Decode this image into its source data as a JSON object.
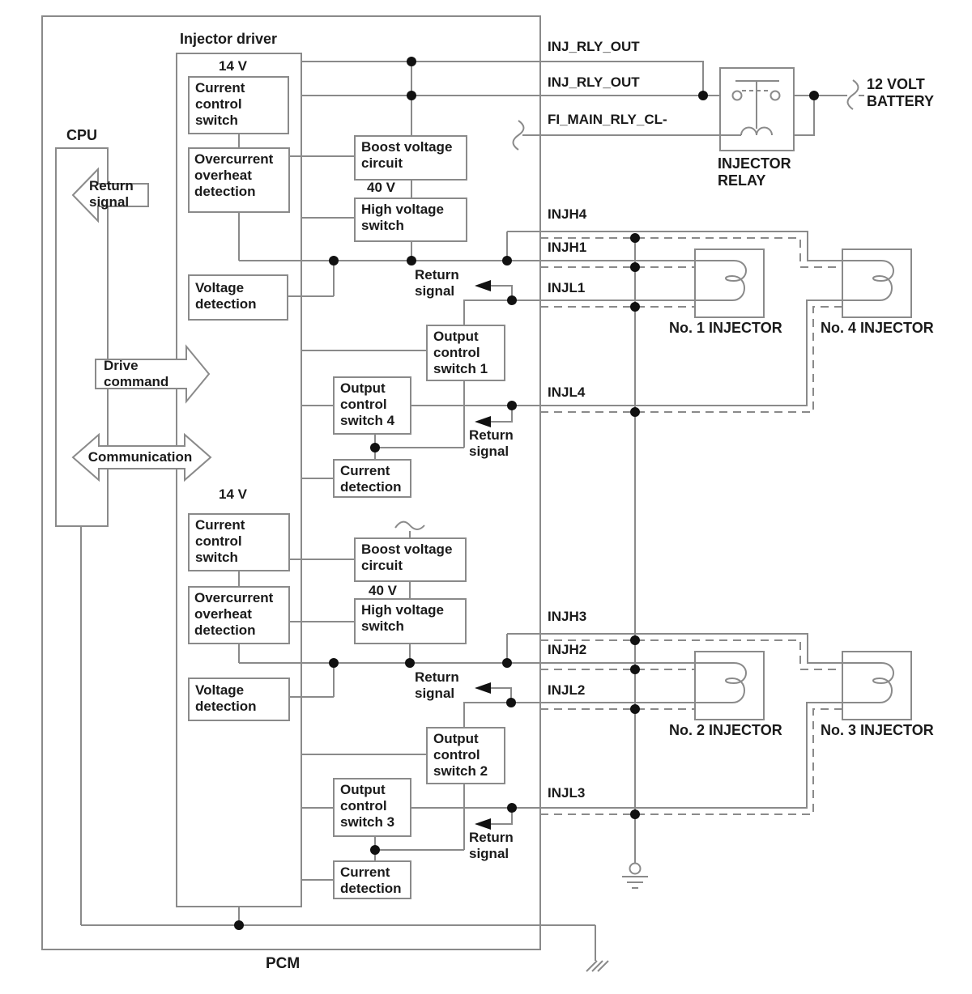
{
  "pcm": {
    "label": "PCM",
    "cpu_label": "CPU",
    "injector_driver_label": "Injector driver"
  },
  "arrows": {
    "return_signal": "Return\nsignal",
    "drive_command": "Drive\ncommand",
    "communication": "Communication"
  },
  "channel_a": {
    "supply_voltage": "14 V",
    "boost_voltage": "40 V",
    "current_control_switch": "Current\ncontrol\nswitch",
    "overcurrent_detection": "Overcurrent\noverheat\ndetection",
    "boost_circuit": "Boost voltage\ncircuit",
    "high_voltage_switch": "High voltage\nswitch",
    "voltage_detection": "Voltage\ndetection",
    "output_switch_top": "Output\ncontrol\nswitch 1",
    "output_switch_bottom": "Output\ncontrol\nswitch 4",
    "current_detection": "Current\ndetection",
    "return_signal_top": "Return\nsignal",
    "return_signal_bottom": "Return\nsignal"
  },
  "channel_b": {
    "supply_voltage": "14 V",
    "boost_voltage": "40 V",
    "current_control_switch": "Current\ncontrol\nswitch",
    "overcurrent_detection": "Overcurrent\noverheat\ndetection",
    "boost_circuit": "Boost voltage\ncircuit",
    "high_voltage_switch": "High voltage\nswitch",
    "voltage_detection": "Voltage\ndetection",
    "output_switch_top": "Output\ncontrol\nswitch 2",
    "output_switch_bottom": "Output\ncontrol\nswitch 3",
    "current_detection": "Current\ndetection",
    "return_signal_top": "Return\nsignal",
    "return_signal_bottom": "Return\nsignal"
  },
  "signals": {
    "inj_rly_out_1": "INJ_RLY_OUT",
    "inj_rly_out_2": "INJ_RLY_OUT",
    "fi_main_rly": "FI_MAIN_RLY_CL-",
    "injh4": "INJH4",
    "injh1": "INJH1",
    "injl1": "INJL1",
    "injl4": "INJL4",
    "injh3": "INJH3",
    "injh2": "INJH2",
    "injl2": "INJL2",
    "injl3": "INJL3"
  },
  "external": {
    "relay_label": "INJECTOR\nRELAY",
    "battery_label": "12 VOLT\nBATTERY",
    "injector_1": "No. 1 INJECTOR",
    "injector_4": "No. 4 INJECTOR",
    "injector_2": "No. 2 INJECTOR",
    "injector_3": "No. 3 INJECTOR"
  },
  "colors": {
    "line": "#8a8a8a",
    "text": "#1a1a1a",
    "dot": "#111111"
  }
}
